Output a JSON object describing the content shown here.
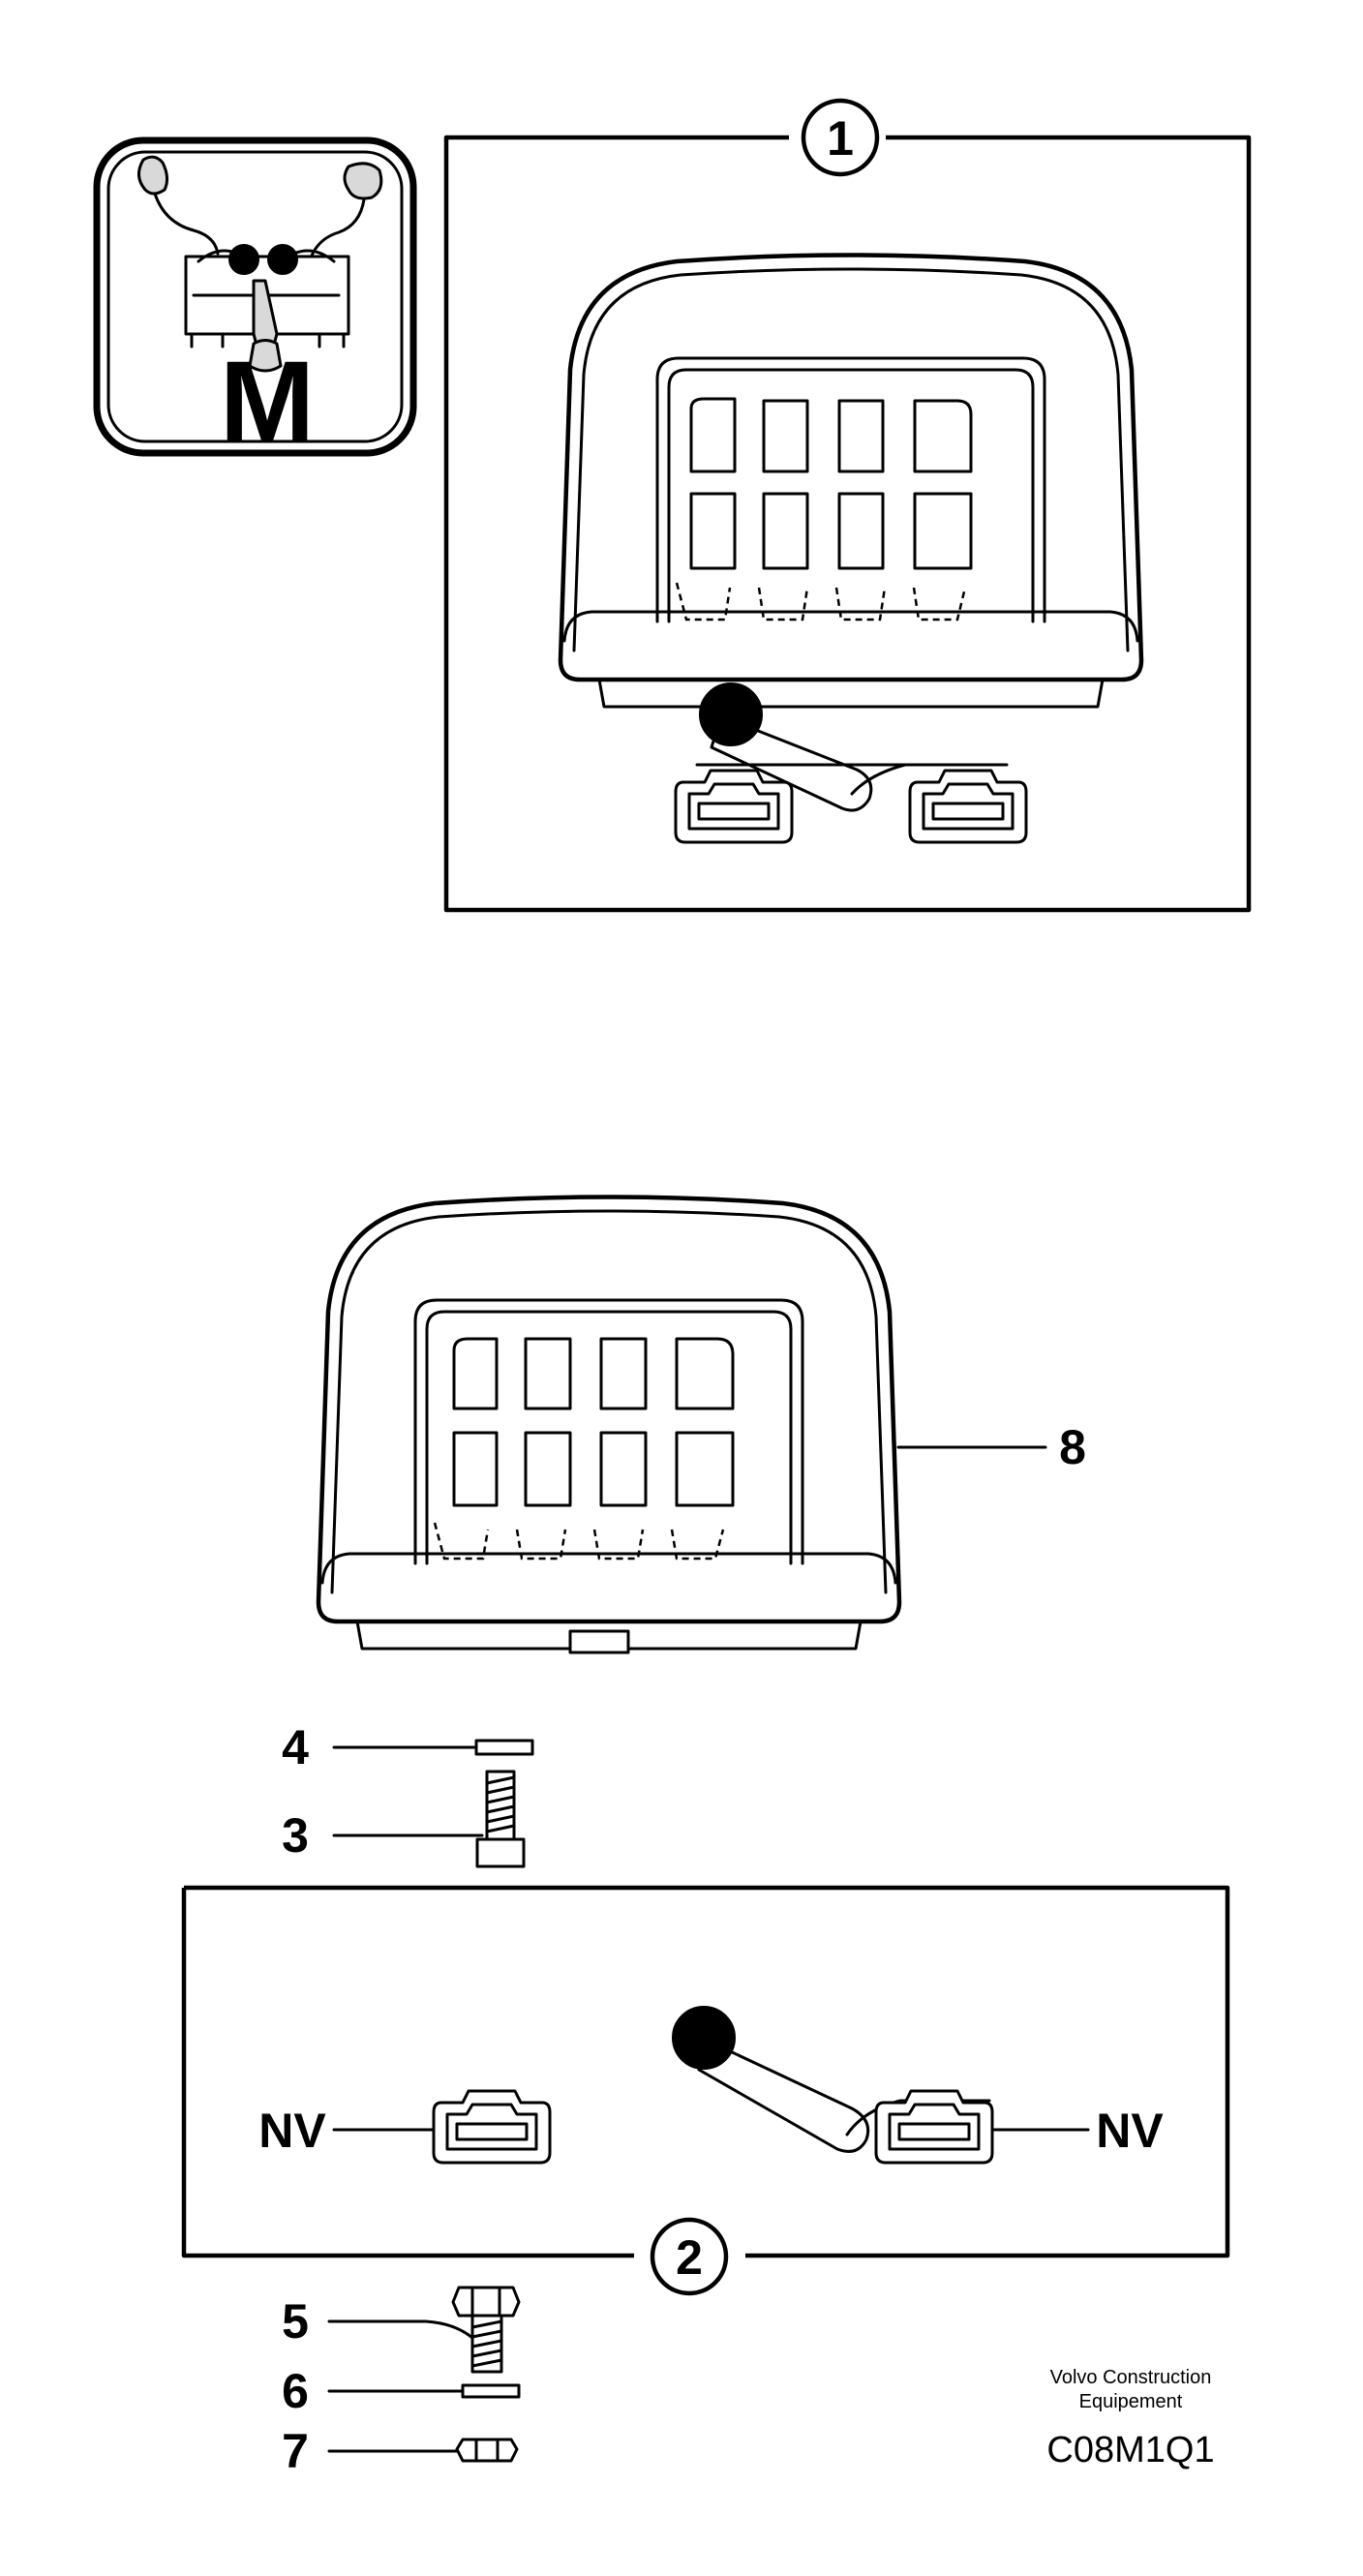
{
  "callouts": {
    "view1": "1",
    "view2": "2",
    "part3": "3",
    "part4": "4",
    "part5": "5",
    "part6": "6",
    "part7": "7",
    "part8": "8"
  },
  "icon": {
    "letter": "M",
    "name": "joystick-controls-icon"
  },
  "rail_labels": {
    "left": "NV",
    "right": "NV"
  },
  "footer": {
    "company_line1": "Volvo Construction",
    "company_line2": "Equipement",
    "drawing_code": "C08M1Q1"
  }
}
